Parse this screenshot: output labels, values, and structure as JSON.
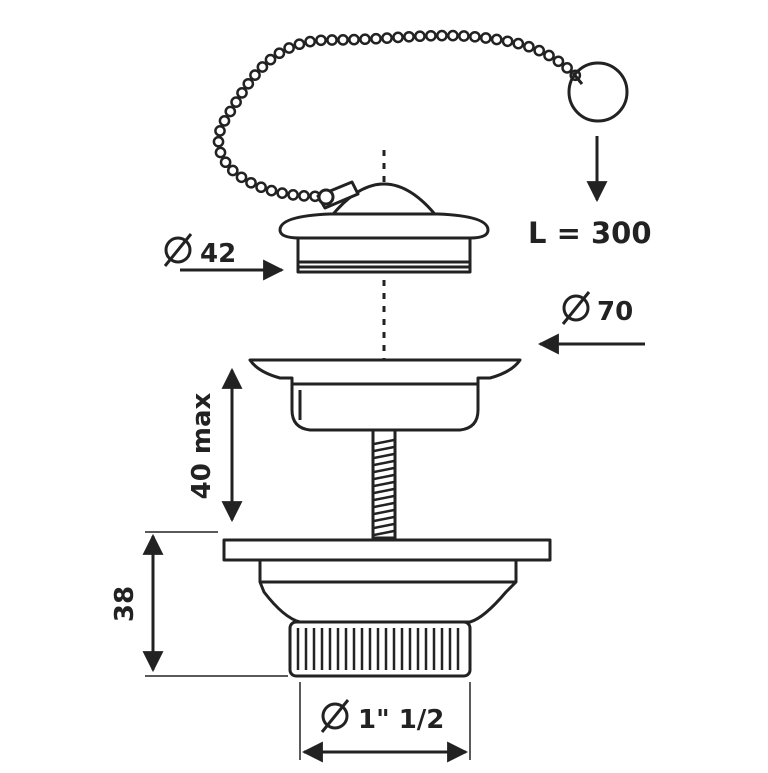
{
  "colors": {
    "stroke": "#222222",
    "background": "#ffffff"
  },
  "labels": {
    "stopper_diameter": "42",
    "flange_diameter": "70",
    "chain_length": "L = 300",
    "max_height": "40 max",
    "body_height": "38",
    "thread_size": "1\" 1/2"
  },
  "icons": {
    "diameter_symbol": "diameter-symbol-icon"
  }
}
